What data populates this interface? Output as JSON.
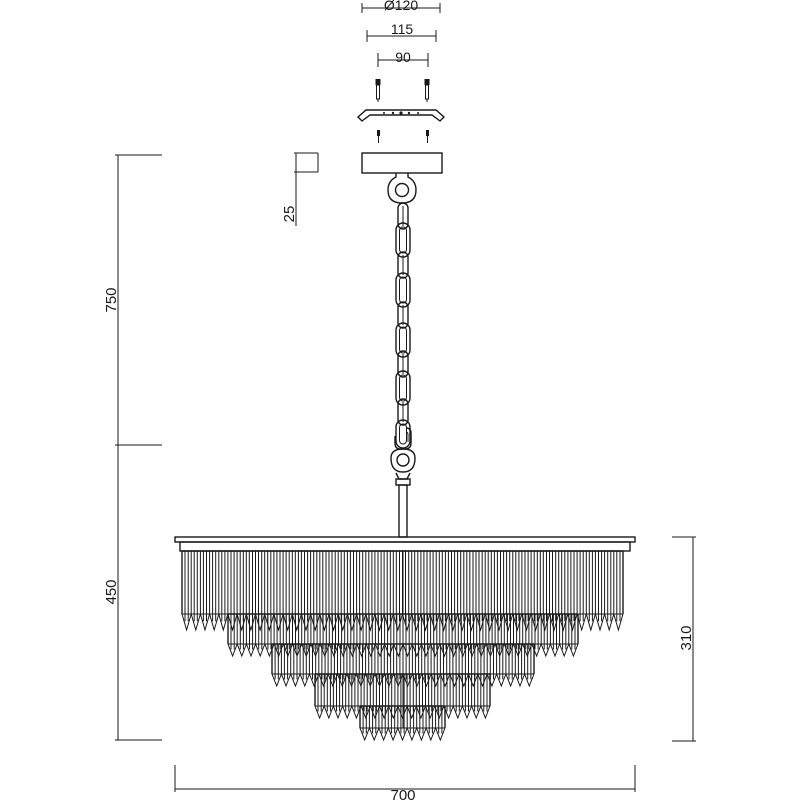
{
  "dimensions": {
    "canopy_outer": "Ø120",
    "canopy_mid": "115",
    "canopy_inner": "90",
    "canopy_height": "25",
    "total_drop": "750",
    "body_height": "450",
    "crystal_height": "310",
    "width": "700"
  },
  "colors": {
    "line": "#1a1a1a",
    "background": "#ffffff"
  }
}
